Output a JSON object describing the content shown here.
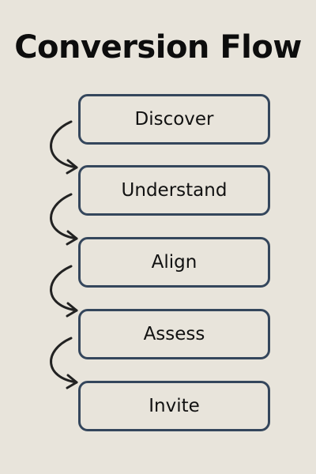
{
  "title": "Conversion Flow",
  "steps": [
    {
      "label": "Discover"
    },
    {
      "label": "Understand"
    },
    {
      "label": "Align"
    },
    {
      "label": "Assess"
    },
    {
      "label": "Invite"
    }
  ],
  "colors": {
    "background": "#e8e4db",
    "box_border": "#34465c",
    "arrow": "#222222",
    "text": "#111111"
  }
}
